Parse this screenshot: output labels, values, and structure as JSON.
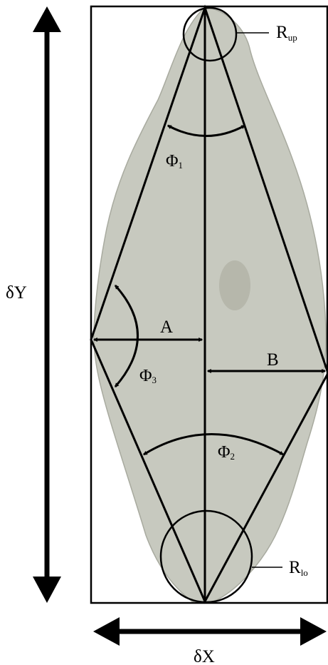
{
  "figure": {
    "colors": {
      "specimen_fill": "#c7c9bf",
      "specimen_shade": "#a8aa9f",
      "line": "#000000",
      "background": "#ffffff"
    },
    "labels": {
      "delta_y": "δY",
      "delta_x": "δX",
      "r_up_main": "R",
      "r_up_sub": "up",
      "r_lo_main": "R",
      "r_lo_sub": "lo",
      "phi1_main": "Φ",
      "phi1_sub": "1",
      "phi2_main": "Φ",
      "phi2_sub": "2",
      "phi3_main": "Φ",
      "phi3_sub": "3",
      "a": "A",
      "b": "B"
    }
  }
}
